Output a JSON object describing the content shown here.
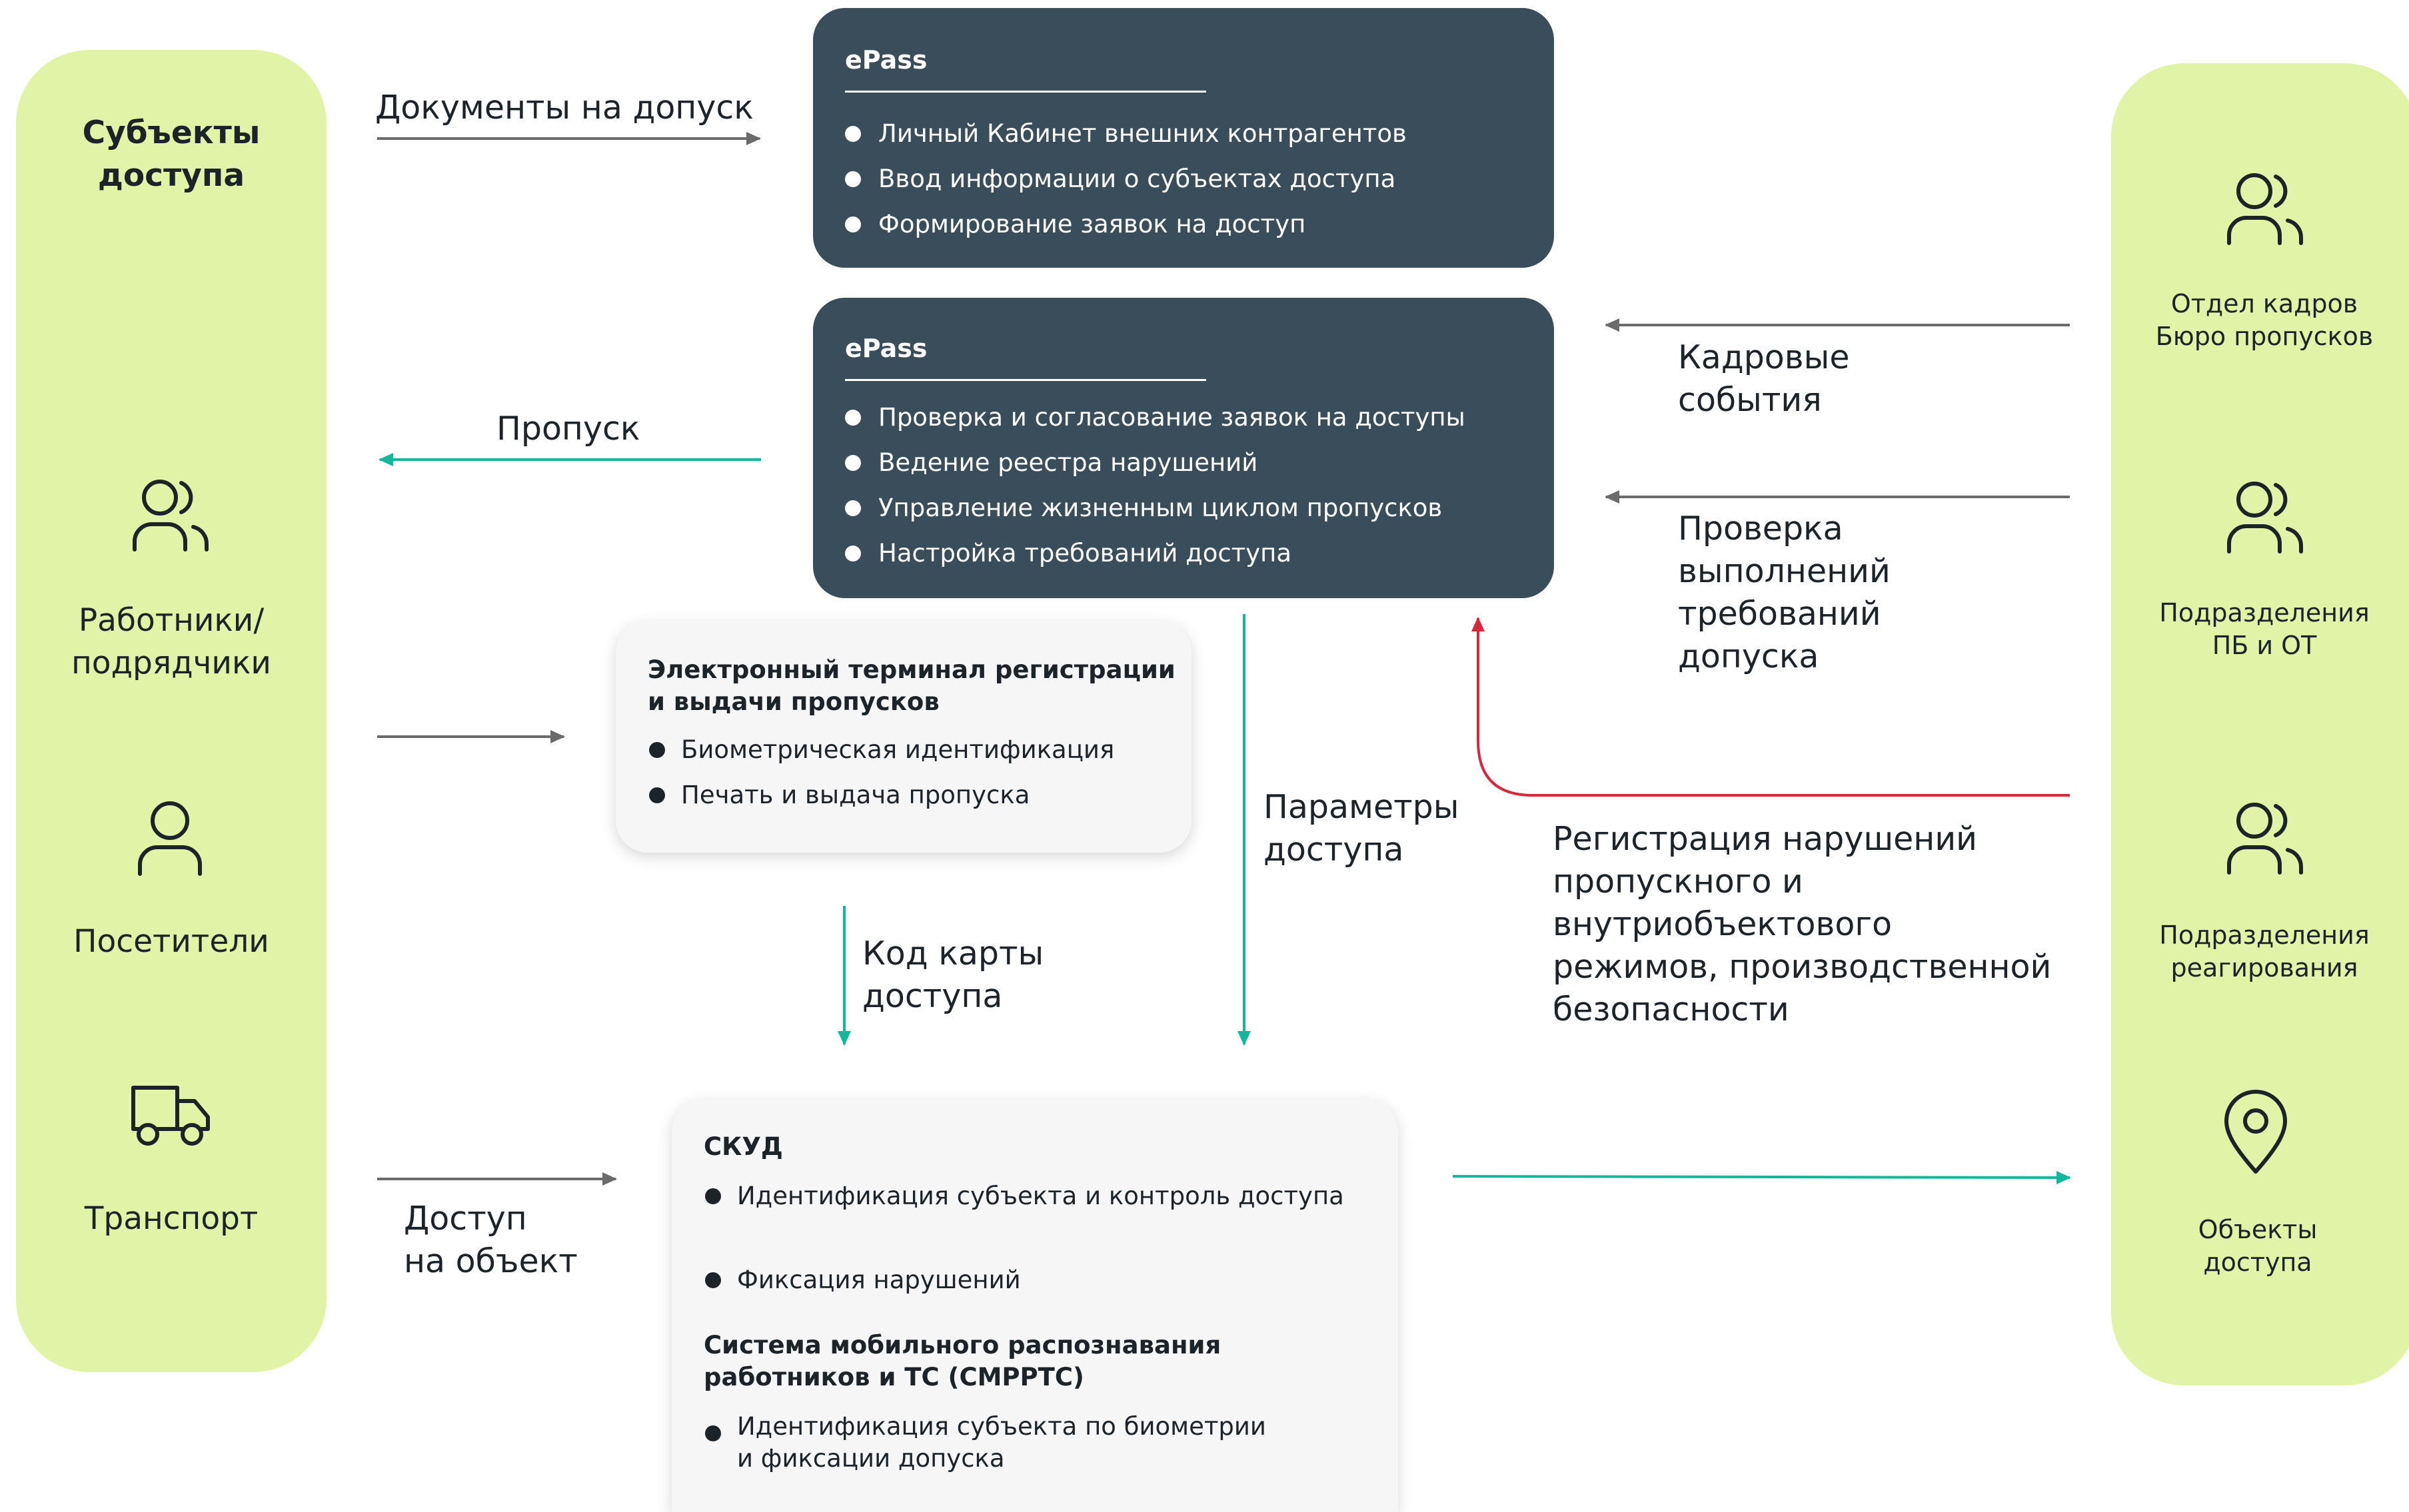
{
  "colors": {
    "panel_green": "#e1f3a6",
    "dark_box": "#3a4d5b",
    "arrow_gray": "#6b6b6b",
    "arrow_teal": "#12b89a",
    "arrow_red": "#d8283c"
  },
  "left_panel": {
    "title_line1": "Субъекты",
    "title_line2": "доступа",
    "items": [
      {
        "icon": "users-icon",
        "line1": "Работники/",
        "line2": "подрядчики"
      },
      {
        "icon": "user-icon",
        "line1": "Посетители"
      },
      {
        "icon": "truck-icon",
        "line1": "Транспорт"
      }
    ]
  },
  "right_panel": {
    "items": [
      {
        "icon": "users-icon",
        "line1": "Отдел кадров",
        "line2": "Бюро пропусков"
      },
      {
        "icon": "users-icon",
        "line1": "Подразделения",
        "line2": "ПБ и ОТ"
      },
      {
        "icon": "users-icon",
        "line1": "Подразделения",
        "line2": "реагирования"
      },
      {
        "icon": "map-pin-icon",
        "line1": "Объекты",
        "line2": "доступа"
      }
    ]
  },
  "epass_top": {
    "title": "ePass",
    "items": [
      "Личный Кабинет внешних контрагентов",
      "Ввод информации о субъектах доступа",
      "Формирование заявок на доступ"
    ]
  },
  "epass_bottom": {
    "title": "ePass",
    "items": [
      "Проверка и согласование заявок на доступы",
      "Ведение реестра нарушений",
      "Управление жизненным циклом пропусков",
      "Настройка требований доступа"
    ]
  },
  "terminal": {
    "title_line1": "Электронный терминал регистрации",
    "title_line2": "и выдачи пропусков",
    "items": [
      "Биометрическая идентификация",
      "Печать и выдача пропуска"
    ]
  },
  "skud": {
    "title": "СКУД",
    "items": [
      "Идентификация субъекта и контроль доступа",
      "Фиксация нарушений"
    ],
    "subtitle_line1": "Система мобильного распознавания",
    "subtitle_line2": "работников и ТС (СМРРТС)",
    "sub_item_line1": "Идентификация субъекта по биометрии",
    "sub_item_line2": "и фиксации допуска"
  },
  "flow_labels": {
    "documents": "Документы на допуск",
    "pass": "Пропуск",
    "hr_line1": "Кадровые",
    "hr_line2": "события",
    "check_line1": "Проверка",
    "check_line2": "выполнений",
    "check_line3": "требований",
    "check_line4": "допуска",
    "params_line1": "Параметры",
    "params_line2": "доступа",
    "card_line1": "Код карты",
    "card_line2": "доступа",
    "violations_line1": "Регистрация нарушений",
    "violations_line2": "пропускного и",
    "violations_line3": "внутриобъектового",
    "violations_line4": "режимов, производственной",
    "violations_line5": "безопасности",
    "access_line1": "Доступ",
    "access_line2": "на объект"
  }
}
